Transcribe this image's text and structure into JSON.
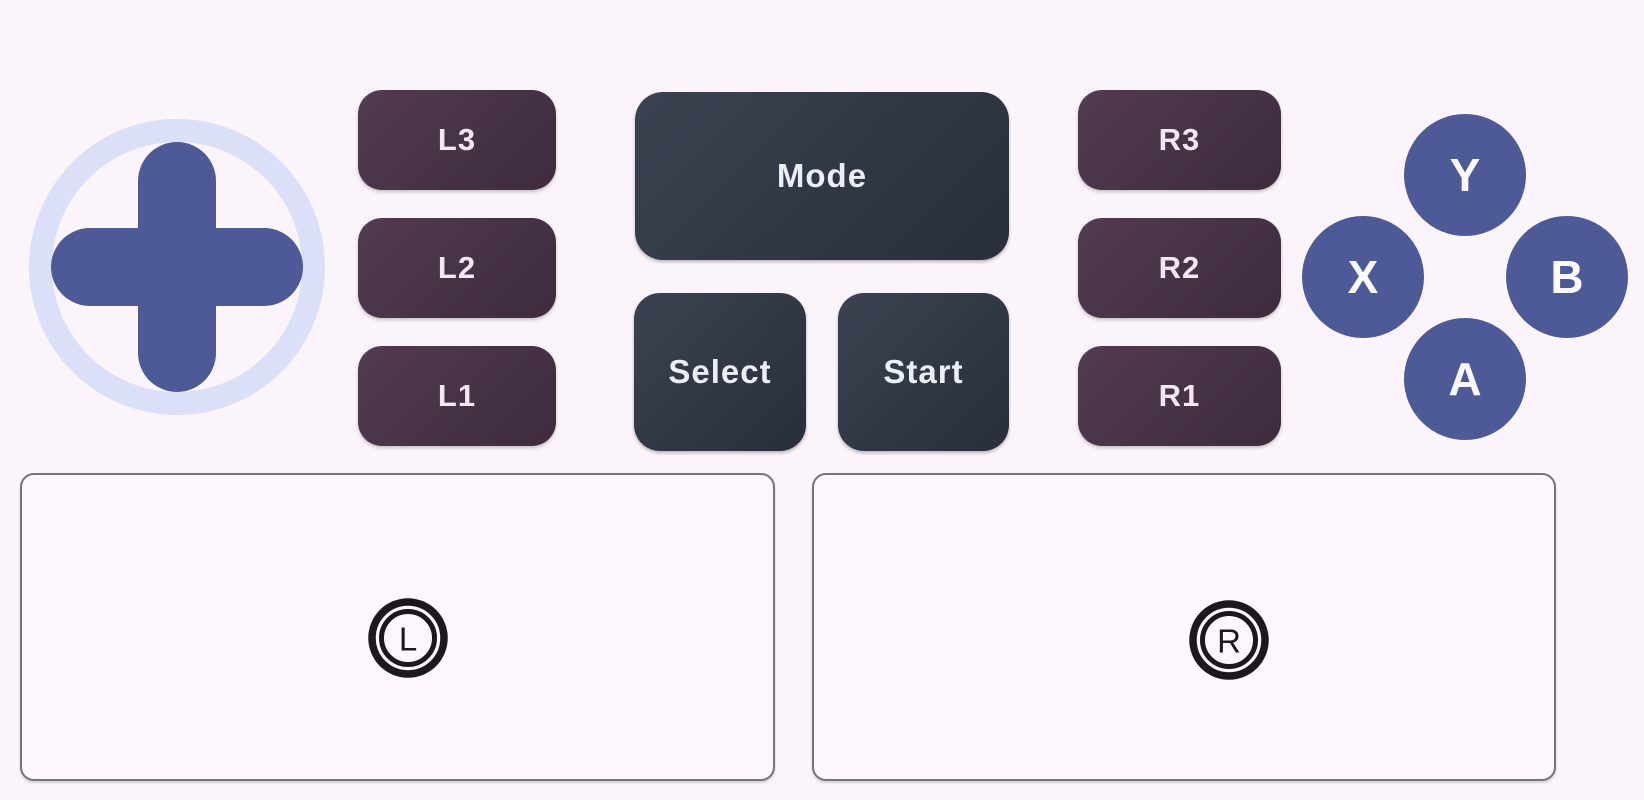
{
  "gamepad": {
    "left_shoulder_buttons": [
      "L3",
      "L2",
      "L1"
    ],
    "system_buttons": {
      "mode": "Mode",
      "select": "Select",
      "start": "Start"
    },
    "right_shoulder_buttons": [
      "R3",
      "R2",
      "R1"
    ],
    "face_buttons": {
      "top": "Y",
      "left": "X",
      "right": "B",
      "bottom": "A"
    },
    "sticks": {
      "left_letter": "L",
      "right_letter": "R"
    }
  },
  "icons": {
    "dpad": "plus-cross inside light ring",
    "left_stick_marker": "circled-L double ring",
    "right_stick_marker": "circled-R double ring"
  },
  "colors": {
    "background": "#FCF4FB",
    "dpad_cross": "#4D5A97",
    "dpad_ring": "#DBDFF7",
    "shoulder_button_gradient_start": "#523B50",
    "shoulder_button_gradient_end": "#3E2B3D",
    "shoulder_button_text": "#F6E8F3",
    "system_button_gradient_start": "#3B4251",
    "system_button_gradient_end": "#282E3A",
    "system_button_text": "#EDEFF6",
    "face_button": "#4D5A97",
    "face_button_text": "#FAFAFE",
    "stick_box_border": "#75757E",
    "stick_marker": "#1C191E"
  }
}
